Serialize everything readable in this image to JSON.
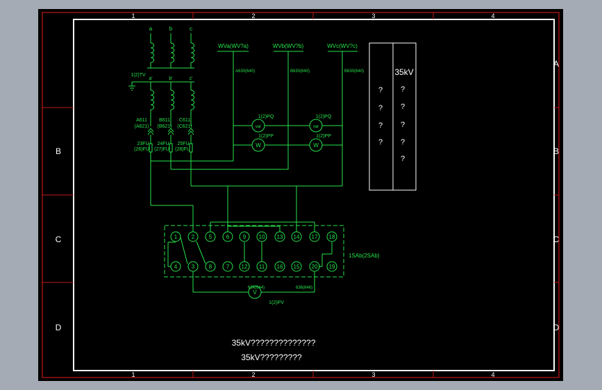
{
  "frame": {
    "col_labels": [
      "1",
      "2",
      "3",
      "4"
    ],
    "row_labels": [
      "A",
      "B",
      "C",
      "D"
    ]
  },
  "pt": {
    "phase_labels": [
      "a",
      "b",
      "c"
    ],
    "secondary_labels": [
      "a'",
      "b'",
      "c'"
    ],
    "pt_tag": "1(2)TV",
    "wire_labels": [
      {
        "l1": "A611",
        "l2": "(A621)"
      },
      {
        "l1": "B611",
        "l2": "(B621)"
      },
      {
        "l1": "C611",
        "l2": "(C621)"
      }
    ],
    "fuse_labels": [
      {
        "l1": "23FU",
        "l2": "(26)FU"
      },
      {
        "l1": "24FU",
        "l2": "(27)FU"
      },
      {
        "l1": "25FU",
        "l2": "(28)FU"
      }
    ]
  },
  "buses": {
    "names": [
      "WVa(WV?a)",
      "WVb(WV?b)",
      "WVc(WV?c)"
    ],
    "codes": [
      "A630(640)",
      "B630(640)",
      "B630(640)"
    ]
  },
  "meters": {
    "pq_tag": "1(2)PQ",
    "pp_tag": "1(2)PP",
    "var_sym": "var",
    "w_sym": "W",
    "v_sym": "V",
    "pv_tag": "1(2)PV",
    "v_left_code": "634(644)",
    "v_right_code": "636(646)"
  },
  "switch": {
    "top_row": [
      "1",
      "2",
      "5",
      "6",
      "9",
      "10",
      "13",
      "14",
      "17",
      "18"
    ],
    "bottom_row": [
      "4",
      "3",
      "8",
      "7",
      "12",
      "11",
      "16",
      "15",
      "20",
      "19"
    ],
    "tag": "1SAb(2SAb)"
  },
  "table": {
    "col1": [
      "?",
      "?",
      "?",
      "?"
    ],
    "col2_header": "35kV",
    "col2": [
      "?",
      "?",
      "?",
      "?",
      "?"
    ]
  },
  "title": {
    "line1": "35kV??????????????",
    "line2": "35kV?????????"
  },
  "colors": {
    "desktop": "#a4abb5",
    "paper": "#000000",
    "frame_red": "#c01818",
    "frame_white": "#ffffff",
    "wire_green": "#27e34d"
  }
}
